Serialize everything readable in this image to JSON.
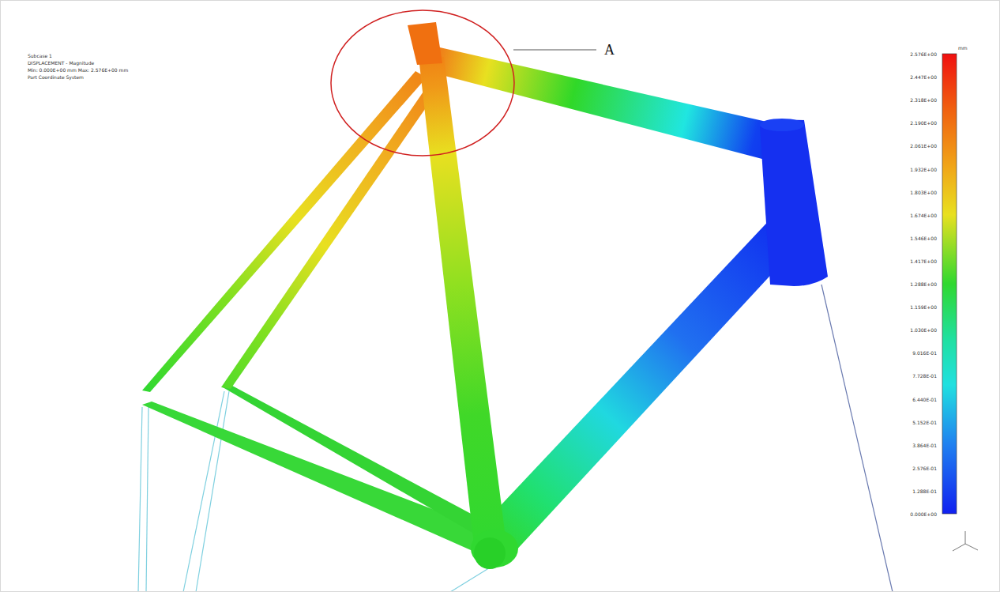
{
  "diagram": {
    "labels": [
      "Subcase 1",
      "DISPLACEMENT - Magnitude",
      "Min: 0.000E+00 mm  Max: 2.576E+00 mm",
      "Part Coordinate System",
      "mm",
      "2.576E+00",
      "2.447E+00",
      "2.318E+00",
      "2.190E+00",
      "2.061E+00",
      "1.932E+00",
      "1.803E+00",
      "1.674E+00",
      "1.546E+00",
      "1.417E+00",
      "1.288E+00",
      "1.159E+00",
      "1.030E+00",
      "9.016E-01",
      "7.728E-01",
      "6.440E-01",
      "5.152E-01",
      "3.864E-01",
      "2.576E-01",
      "1.288E-01",
      "0.000E+00",
      "A"
    ]
  }
}
